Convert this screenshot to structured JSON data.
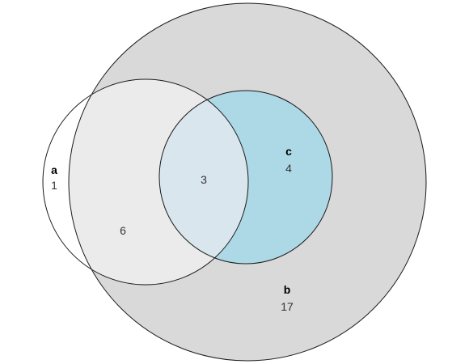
{
  "diagram": {
    "type": "venn",
    "colors": {
      "background": "#ffffff",
      "outline": "#1a1a1a",
      "a_only": "#ffffff",
      "b": "#d9d9d9",
      "a_and_b": "#ebebeb",
      "c": "#add8e6",
      "a_and_b_and_c": "#d9e6ed"
    },
    "sets": [
      {
        "id": "a",
        "label": "a"
      },
      {
        "id": "b",
        "label": "b"
      },
      {
        "id": "c",
        "label": "c"
      }
    ],
    "regions": [
      {
        "sets": [
          "a"
        ],
        "count": "1"
      },
      {
        "sets": [
          "a",
          "b"
        ],
        "count": "6"
      },
      {
        "sets": [
          "a",
          "b",
          "c"
        ],
        "count": "3"
      },
      {
        "sets": [
          "b",
          "c"
        ],
        "count": "4"
      },
      {
        "sets": [
          "b"
        ],
        "count": "17"
      }
    ]
  }
}
